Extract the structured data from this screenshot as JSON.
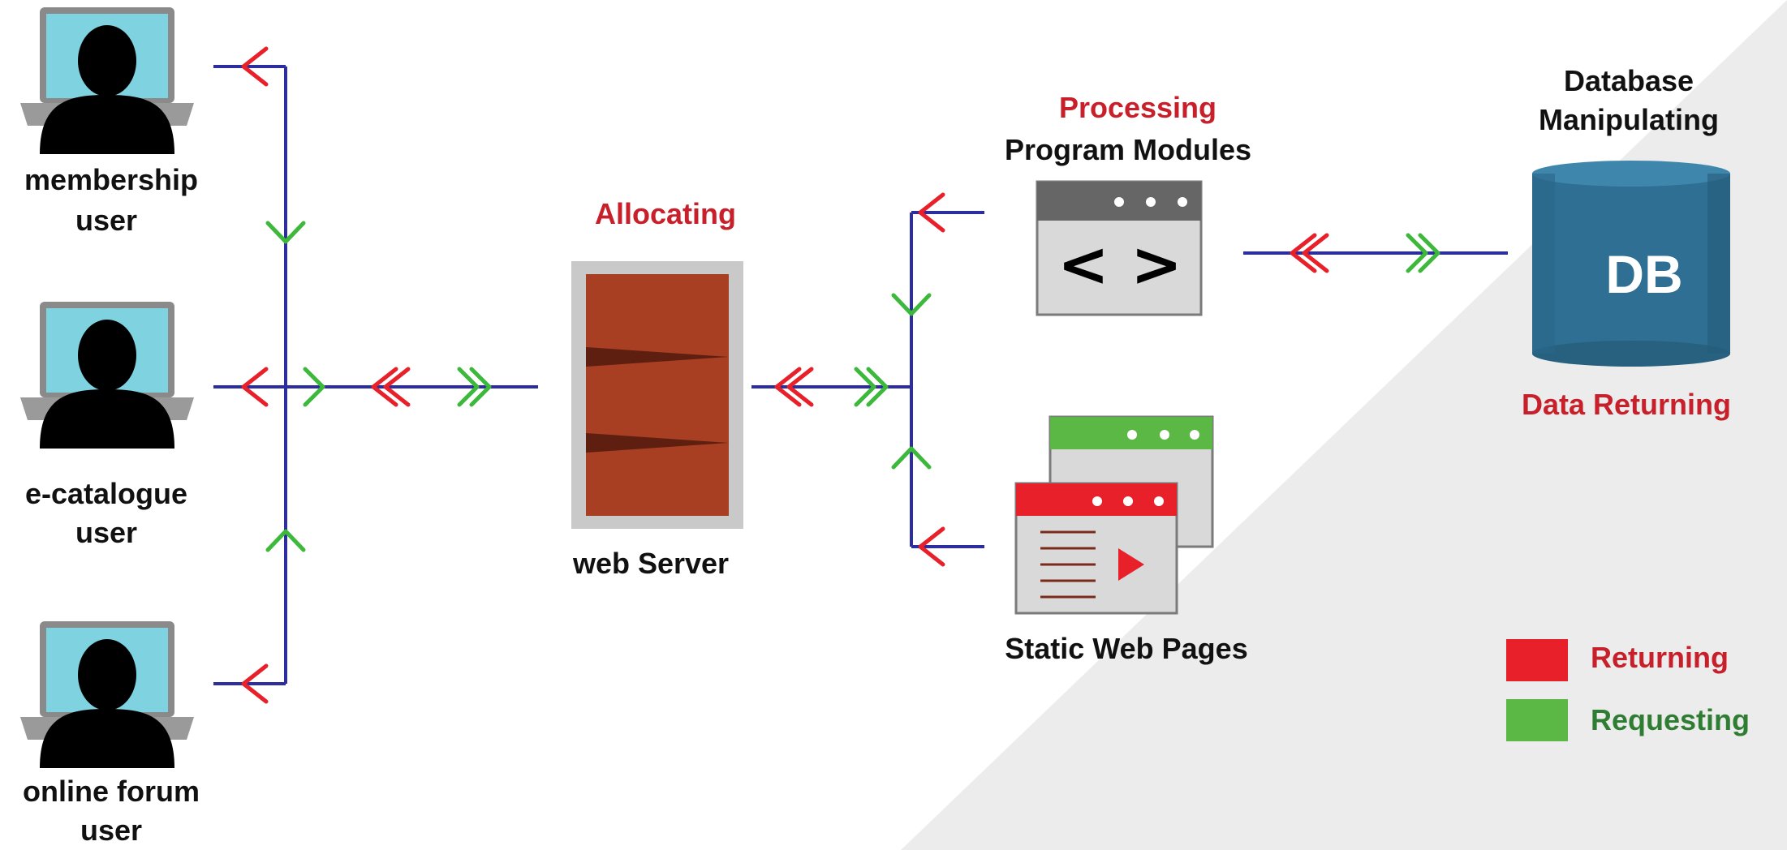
{
  "colors": {
    "wire": "#2c2ea0",
    "returning": "#e8202a",
    "requesting": "#3cb83a",
    "label_red": "#c8202a",
    "label_green": "#2e7d32",
    "text": "#111111",
    "background_panel": "#ececec",
    "server_frame": "#c9c9c9",
    "server_door": "#a83e22",
    "db_body": "#2e6f93",
    "window_dark": "#666666",
    "window_green": "#5cb844",
    "window_red": "#e8202a"
  },
  "users": [
    {
      "line1": "membership",
      "line2": "user"
    },
    {
      "line1": "e-catalogue",
      "line2": "user"
    },
    {
      "line1": "online forum",
      "line2": "user"
    }
  ],
  "server": {
    "action": "Allocating",
    "name": "web Server"
  },
  "modules": {
    "action": "Processing",
    "name": "Program Modules",
    "code_symbol": "< >"
  },
  "static_pages": {
    "name": "Static Web Pages"
  },
  "database": {
    "line1": "Database",
    "line2": "Manipulating",
    "symbol": "DB",
    "returning": "Data Returning"
  },
  "legend": [
    {
      "label": "Returning",
      "color": "#e8202a"
    },
    {
      "label": "Requesting",
      "color": "#3cb83a"
    }
  ]
}
